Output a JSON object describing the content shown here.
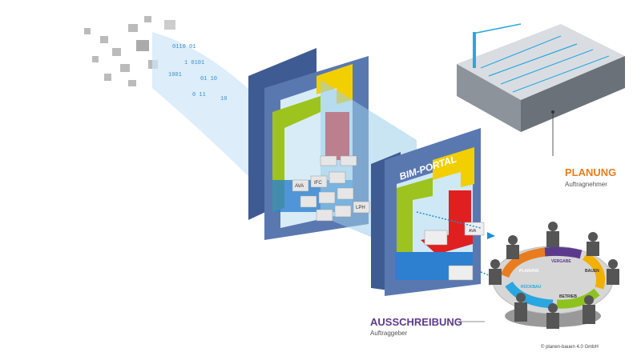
{
  "labels": {
    "portal": "BIM-PORTAL",
    "planung": "PLANUNG",
    "planung_sub": "Auftragnehmer",
    "ausschreibung": "AUSSCHREIBUNG",
    "ausschreibung_sub": "Auftraggeber",
    "copyright": "© planen-bauen 4.0 GmbH",
    "ava": "AVA",
    "ifc": "IFC",
    "lph": "LPH"
  },
  "cycle": [
    "PLANUNG",
    "VERGABE",
    "BAUEN",
    "BETRIEB",
    "RÜCKBAU"
  ],
  "colors": {
    "frame": "#5a78b0",
    "green": "#9dc31e",
    "yellow": "#f2cf00",
    "red": "#e02020",
    "blue": "#2d7fd0",
    "orange": "#e87d1e",
    "purple": "#5b3a8e",
    "cyan": "#2aa7e0"
  }
}
